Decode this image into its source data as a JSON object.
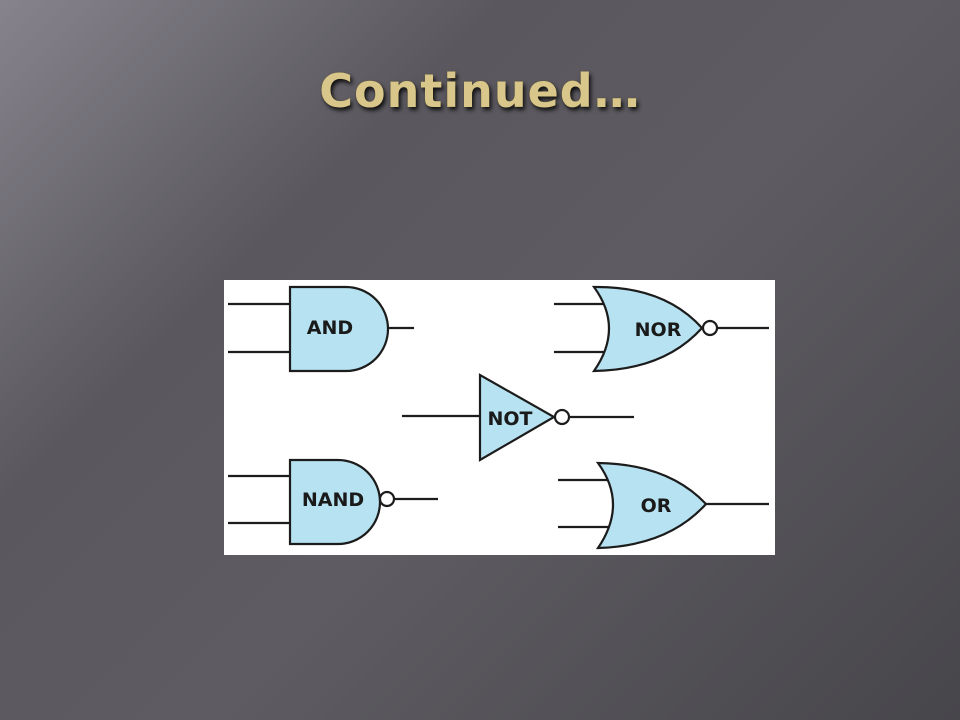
{
  "slide": {
    "title": "Continued…"
  },
  "diagram": {
    "gates": {
      "and": "AND",
      "nor": "NOR",
      "not": "NOT",
      "nand": "NAND",
      "or": "OR"
    }
  },
  "colors": {
    "gate_fill": "#b6e2f1",
    "title_gold": "#d8c68a"
  }
}
